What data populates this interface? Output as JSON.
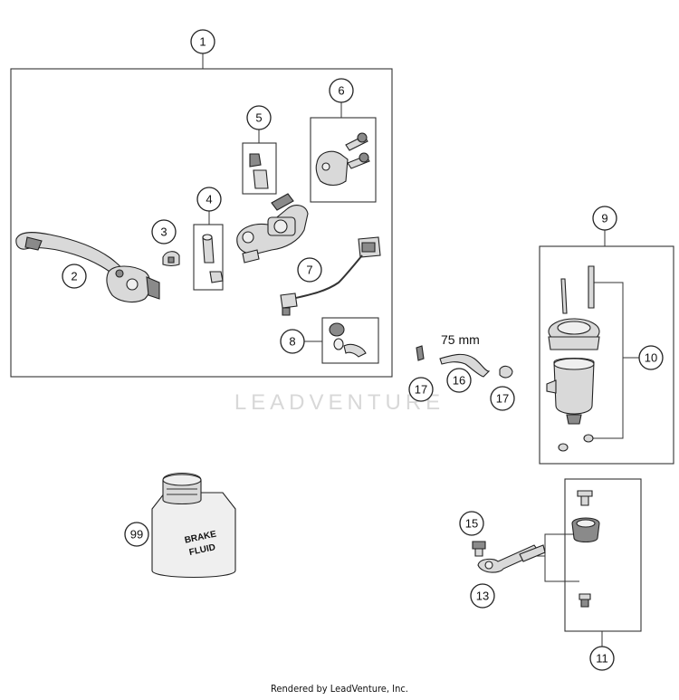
{
  "callouts": {
    "c1": "1",
    "c2": "2",
    "c3": "3",
    "c4": "4",
    "c5": "5",
    "c6": "6",
    "c7": "7",
    "c8": "8",
    "c9": "9",
    "c10": "10",
    "c11": "11",
    "c13": "13",
    "c15": "15",
    "c16": "16",
    "c17a": "17",
    "c17b": "17",
    "c99": "99"
  },
  "measurement": "75 mm",
  "watermark": "LEADVENTURE",
  "bottle_label": {
    "line1": "BRAKE",
    "line2": "FLUID"
  },
  "credit": "Rendered by LeadVenture, Inc."
}
